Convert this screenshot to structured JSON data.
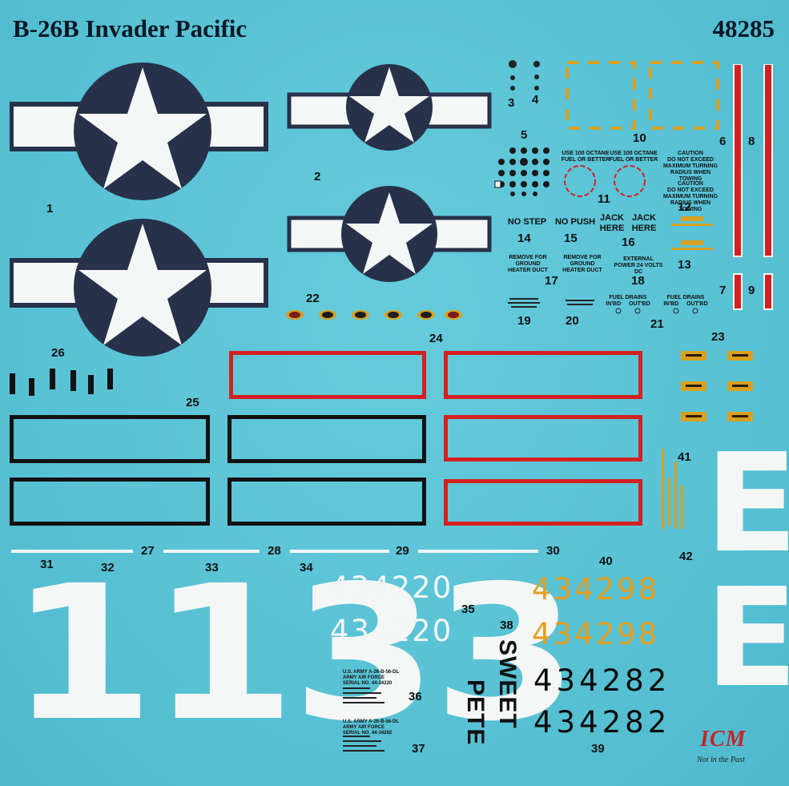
{
  "header": {
    "title": "B-26B Invader Pacific",
    "code": "48285"
  },
  "labels": {
    "n1": "1",
    "n2": "2",
    "n3": "3",
    "n4": "4",
    "n5": "5",
    "n6": "6",
    "n7": "7",
    "n8": "8",
    "n9": "9",
    "n10": "10",
    "n11": "11",
    "n12": "12",
    "n13": "13",
    "n14": "14",
    "n15": "15",
    "n16": "16",
    "n17": "17",
    "n18": "18",
    "n19": "19",
    "n20": "20",
    "n21": "21",
    "n22": "22",
    "n23": "23",
    "n24": "24",
    "n25": "25",
    "n26": "26",
    "n27": "27",
    "n28": "28",
    "n29": "29",
    "n30": "30",
    "n31": "31",
    "n32": "32",
    "n33": "33",
    "n34": "34",
    "n35": "35",
    "n36": "36",
    "n37": "37",
    "n38": "38",
    "n39": "39",
    "n40": "40",
    "n41": "41",
    "n42": "42"
  },
  "stencils": {
    "octane": "USE 100 OCTANE FUEL OR BETTER",
    "caution": "CAUTION",
    "caution_text": "DO NOT EXCEED MAXIMUM TURNING RADIUS WHEN TOWING",
    "no_step": "NO STEP",
    "no_push": "NO PUSH",
    "jack": "JACK HERE",
    "heater": "REMOVE FOR GROUND HEATER DUCT",
    "power": "EXTERNAL POWER 24 VOLTS DC",
    "fuel_drains": "FUEL DRAINS",
    "in_bd": "IN'BD",
    "out_bd": "OUT'BD",
    "serial_a": "U.S. ARMY A-26-B-56-DL ARMY AIR FORCE SERIAL NO. 44-34220",
    "serial_b": "U.S. ARMY A-26-B-56-DL ARMY AIR FORCE SERIAL NO. 44-34282"
  },
  "serials": {
    "white": "434220",
    "yellow": "434298",
    "black": "434282"
  },
  "nose_art": {
    "line1": "SWEET",
    "line2": "PETE"
  },
  "big_number": "1133",
  "letter": "E",
  "logo": {
    "brand": "ICM",
    "tagline": "Not in the Past"
  },
  "colors": {
    "background": "#5cc4d6",
    "insignia_blue": "#27314a",
    "white": "#f4f7f6",
    "red": "#d42020",
    "yellow": "#e5a020",
    "black": "#111111"
  }
}
